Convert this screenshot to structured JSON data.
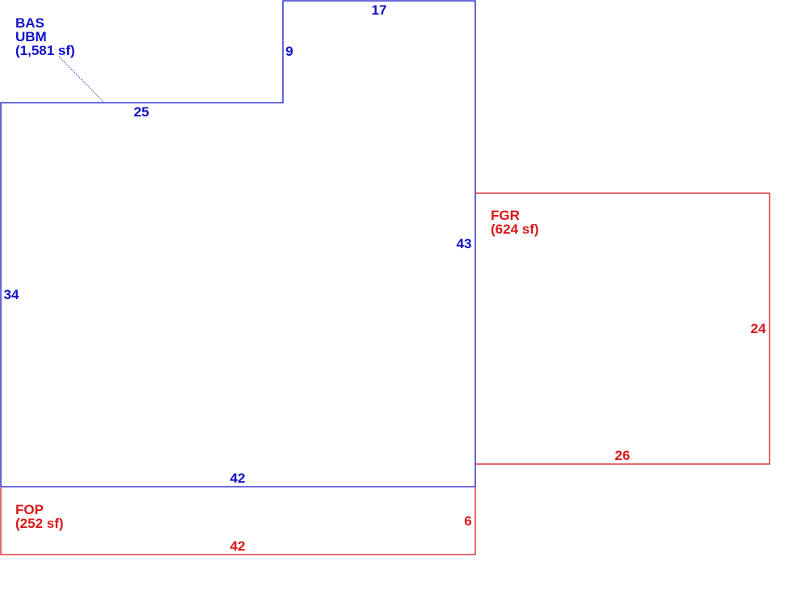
{
  "colors": {
    "main": "#1010c8",
    "addition": "#d81818"
  },
  "areas": {
    "bas": {
      "codes": [
        "BAS",
        "UBM"
      ],
      "area": "(1,581 sf)",
      "dims": {
        "top": "17",
        "step_side": "9",
        "step_top": "25",
        "right": "43",
        "left": "34",
        "bottom": "42"
      }
    },
    "fgr": {
      "codes": [
        "FGR"
      ],
      "area": "(624 sf)",
      "dims": {
        "right": "24",
        "bottom": "26"
      }
    },
    "fop": {
      "codes": [
        "FOP"
      ],
      "area": "(252 sf)",
      "dims": {
        "right": "6",
        "bottom": "42"
      }
    }
  }
}
